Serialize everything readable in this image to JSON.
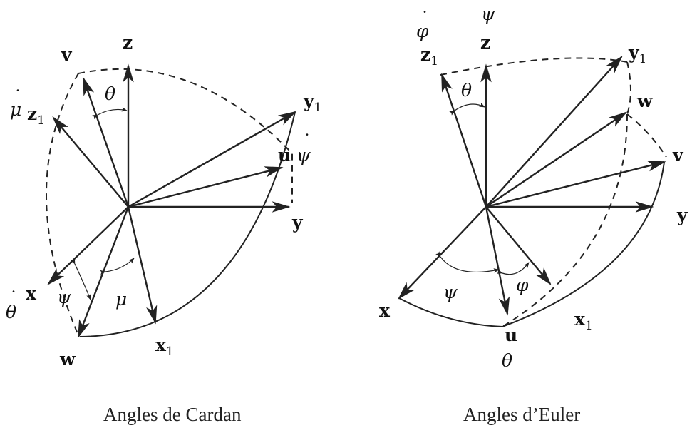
{
  "diagrams": [
    {
      "caption": "Angles de Cardan",
      "axes": {
        "z": "z",
        "y": "y",
        "x": "x",
        "y1": {
          "base": "y",
          "sub": "1"
        },
        "x1": {
          "base": "x",
          "sub": "1"
        },
        "z1": {
          "base": "z",
          "sub": "1"
        },
        "u": "u",
        "v": "v",
        "w": "w"
      },
      "angles": {
        "theta": "θ",
        "psi": "ψ",
        "mu": "μ"
      },
      "rates": {
        "mu_dot": "μ",
        "psi_dot": "ψ",
        "theta_dot": "θ"
      }
    },
    {
      "caption": "Angles d’Euler",
      "axes": {
        "z": "z",
        "y": "y",
        "x": "x",
        "y1": {
          "base": "y",
          "sub": "1"
        },
        "x1": {
          "base": "x",
          "sub": "1"
        },
        "z1": {
          "base": "z",
          "sub": "1"
        },
        "u": "u",
        "v": "v",
        "w": "w"
      },
      "angles": {
        "theta": "θ",
        "psi": "ψ",
        "phi": "φ"
      },
      "rates": {
        "psi_dot": "ψ",
        "phi_dot": "φ",
        "theta_dot": "θ"
      }
    }
  ]
}
